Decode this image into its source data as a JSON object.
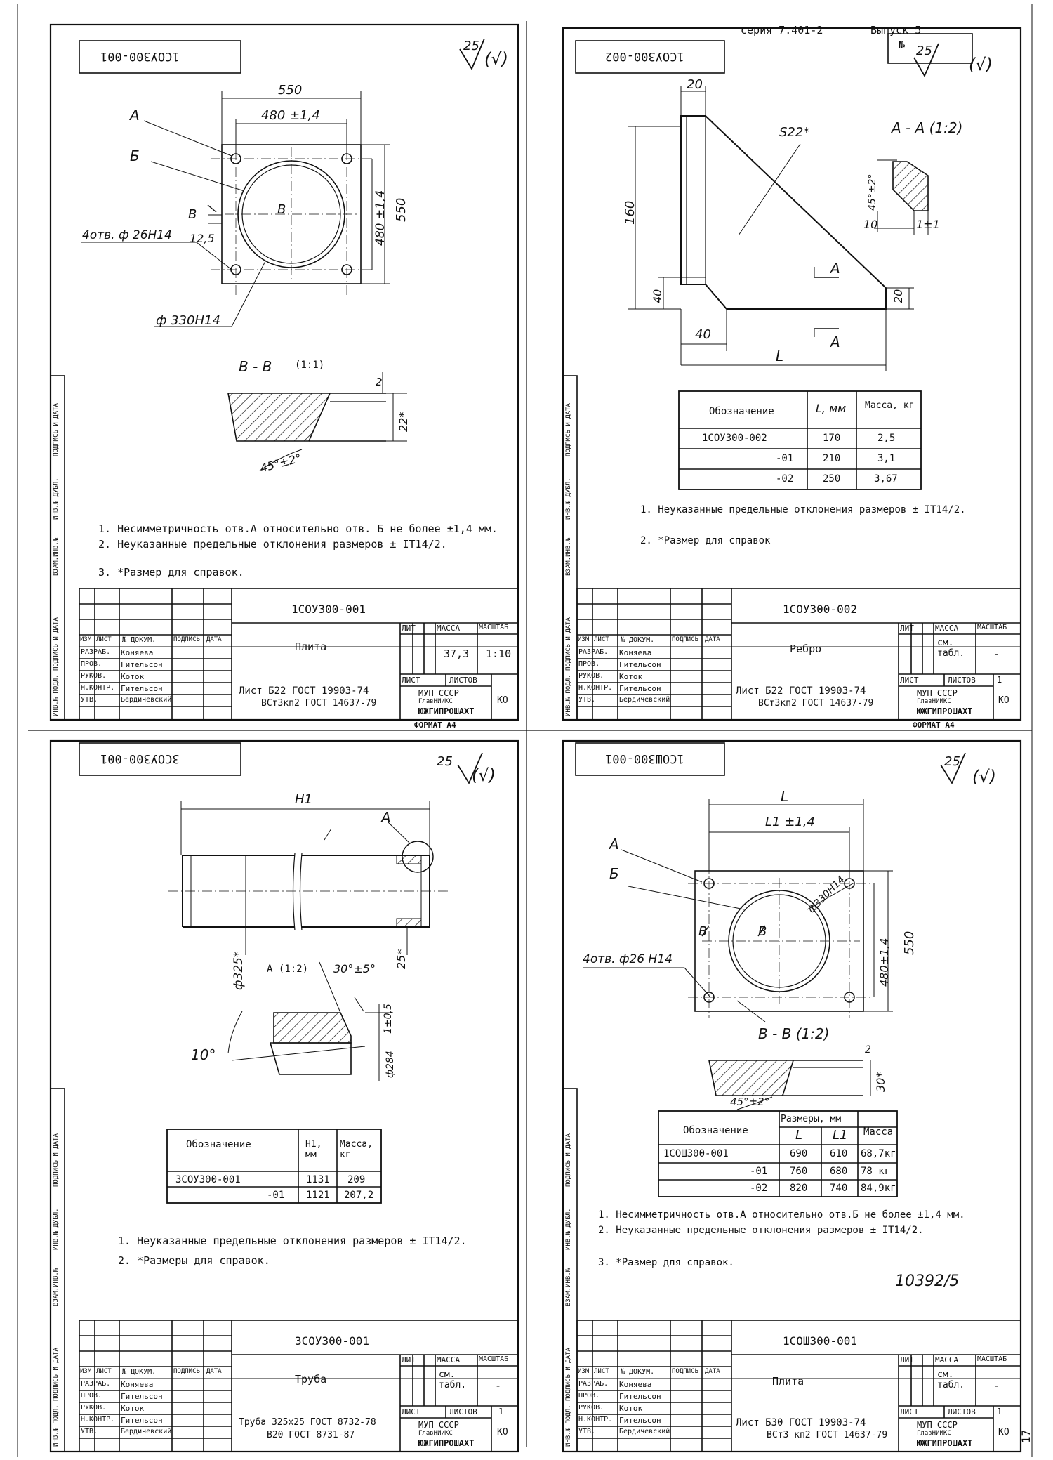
{
  "header": {
    "series": "серия 7.401-2",
    "issue": "Выпуск 5",
    "sheet_no": "№"
  },
  "side_stamp_labels": [
    "ИНВ.№ ПОДЛ.",
    "ПОДПИСЬ И ДАТА",
    "ВЗАМ.ИНВ.№",
    "ИНВ.№ ДУБЛ.",
    "ПОДПИСЬ И ДАТА"
  ],
  "stamp_common": {
    "izm": "ИЗМ",
    "list": "ЛИСТ",
    "doc": "№ ДОКУМ.",
    "sign": "ПОДПИСЬ",
    "date": "ДАТА",
    "lit": "ЛИТ",
    "mass": "МАССА",
    "scale": "МАСШТАБ",
    "sheet": "ЛИСТ",
    "sheets": "ЛИСТОВ",
    "roles": [
      "РАЗРАБ.",
      "ПРОВ.",
      "РУКОВ.",
      "Н.КОНТР.",
      "УТВ."
    ],
    "names": [
      "Коняева",
      "Гительсон",
      "Коток",
      "Гительсон",
      "Бердичевский"
    ],
    "org1": "МУП СССР",
    "org2": "ГлавНИИКС",
    "org3": "ЮЖГИПРОШАХТ",
    "format": "ФОРМАТ А4",
    "ko": "КО"
  },
  "sheets": [
    {
      "id": "sheet-1",
      "mirrored_code": "1СОУ300-001",
      "roughness": "25",
      "roughness_suffix": "(√)",
      "dims": {
        "d550_top": "550",
        "d480": "480 ±1,4",
        "d550_side": "550",
        "d480_side": "480 ±1,4",
        "d12_5": "12,5",
        "holes": "4отв. ф 26Н14",
        "bore": "ф 330Н14",
        "labelA": "А",
        "labelB": "Б",
        "labelV": "В",
        "labelV2": "В",
        "section": "В - В",
        "section_scale": "(1:1)",
        "d2": "2",
        "d22": "22*",
        "angle": "45°±2°"
      },
      "notes": [
        "1. Несимметричность отв.А относительно отв. Б не более ±1,4 мм.",
        "2. Неуказанные предельные отклонения размеров ± IT14/2.",
        "3. *Размер для справок."
      ],
      "stamp": {
        "code": "1СОУ300-001",
        "name": "Плита",
        "mass": "37,3",
        "scale": "1:10",
        "sheets_total": "",
        "material1": "Лист Б22 ГОСТ 19903-74",
        "material2": "ВСт3кп2 ГОСТ 14637-79"
      }
    },
    {
      "id": "sheet-2",
      "mirrored_code": "1СОУ300-002",
      "roughness": "25",
      "roughness_suffix": "(√)",
      "dims": {
        "d20_top": "20",
        "s22": "S22*",
        "section": "А - А (1:2)",
        "d160": "160",
        "d40_left": "40",
        "d40_bottom": "40",
        "dL": "L",
        "d20_right": "20",
        "labelA1": "А",
        "labelA2": "А",
        "angle": "45°±2°",
        "d10": "10",
        "d1": "1±1"
      },
      "table": {
        "headers": [
          "Обозначение",
          "L, мм",
          "Масса, кг"
        ],
        "rows": [
          [
            "1СОУ300-002",
            "170",
            "2,5"
          ],
          [
            "-01",
            "210",
            "3,1"
          ],
          [
            "-02",
            "250",
            "3,67"
          ]
        ]
      },
      "notes": [
        "1. Неуказанные предельные отклонения размеров ± IT14/2.",
        "2. *Размер для справок"
      ],
      "stamp": {
        "code": "1СОУ300-002",
        "name": "Ребро",
        "mass": "см. табл.",
        "scale": "-",
        "sheets_total": "1",
        "material1": "Лист Б22 ГОСТ 19903-74",
        "material2": "ВСт3кп2 ГОСТ 14637-79"
      }
    },
    {
      "id": "sheet-3",
      "mirrored_code": "3СОУ300-001",
      "roughness": "25",
      "roughness_suffix": "(√)",
      "dims": {
        "h1": "H1",
        "labelA": "А",
        "d325": "ф325*",
        "d25": "25*",
        "detail": "А (1:2)",
        "angle30": "30°±5°",
        "d1_5": "1±0,5",
        "angle10": "10°",
        "d284": "ф284"
      },
      "table": {
        "headers": [
          "Обозначение",
          "H1, мм",
          "Масса, кг"
        ],
        "rows": [
          [
            "3СОУ300-001",
            "1131",
            "209"
          ],
          [
            "-01",
            "1121",
            "207,2"
          ]
        ]
      },
      "notes": [
        "1. Неуказанные предельные отклонения размеров ± IT14/2.",
        "2. *Размеры для справок."
      ],
      "stamp": {
        "code": "3СОУ300-001",
        "name": "Труба",
        "mass": "см. табл.",
        "scale": "-",
        "sheets_total": "1",
        "material1": "Труба 325х25 ГОСТ 8732-78",
        "material2": "В20 ГОСТ 8731-87"
      }
    },
    {
      "id": "sheet-4",
      "mirrored_code": "1СОШ300-001",
      "roughness": "25",
      "roughness_suffix": "(√)",
      "dims": {
        "dL": "L",
        "dL1": "L1 ±1,4",
        "labelA": "А",
        "labelB": "Б",
        "bore": "ф330Н14",
        "labelV": "В",
        "labelV2": "В",
        "d480": "480±1,4",
        "d550": "550",
        "holes": "4отв. ф26 Н14",
        "section": "В - В (1:2)",
        "d2": "2",
        "d30": "30*",
        "angle": "45°±2°"
      },
      "table": {
        "header_top": "Размеры, мм",
        "headers": [
          "Обозначение",
          "L",
          "L1",
          "Масса"
        ],
        "rows": [
          [
            "1СОШ300-001",
            "690",
            "610",
            "68,7кг"
          ],
          [
            "-01",
            "760",
            "680",
            "78 кг"
          ],
          [
            "-02",
            "820",
            "740",
            "84,9кг"
          ]
        ]
      },
      "notes": [
        "1. Несимметричность отв.А относительно отв.Б не более ±1,4 мм.",
        "2. Неуказанные предельные отклонения размеров ± IT14/2.",
        "3. *Размер для справок."
      ],
      "handwritten_number": "10392/5",
      "stamp": {
        "code": "1СОШ300-001",
        "name": "Плита",
        "mass": "см. табл.",
        "scale": "-",
        "sheets_total": "1",
        "material1": "Лист Б30 ГОСТ 19903-74",
        "material2": "ВСт3 кп2 ГОСТ 14637-79"
      }
    }
  ],
  "page_number": "17"
}
